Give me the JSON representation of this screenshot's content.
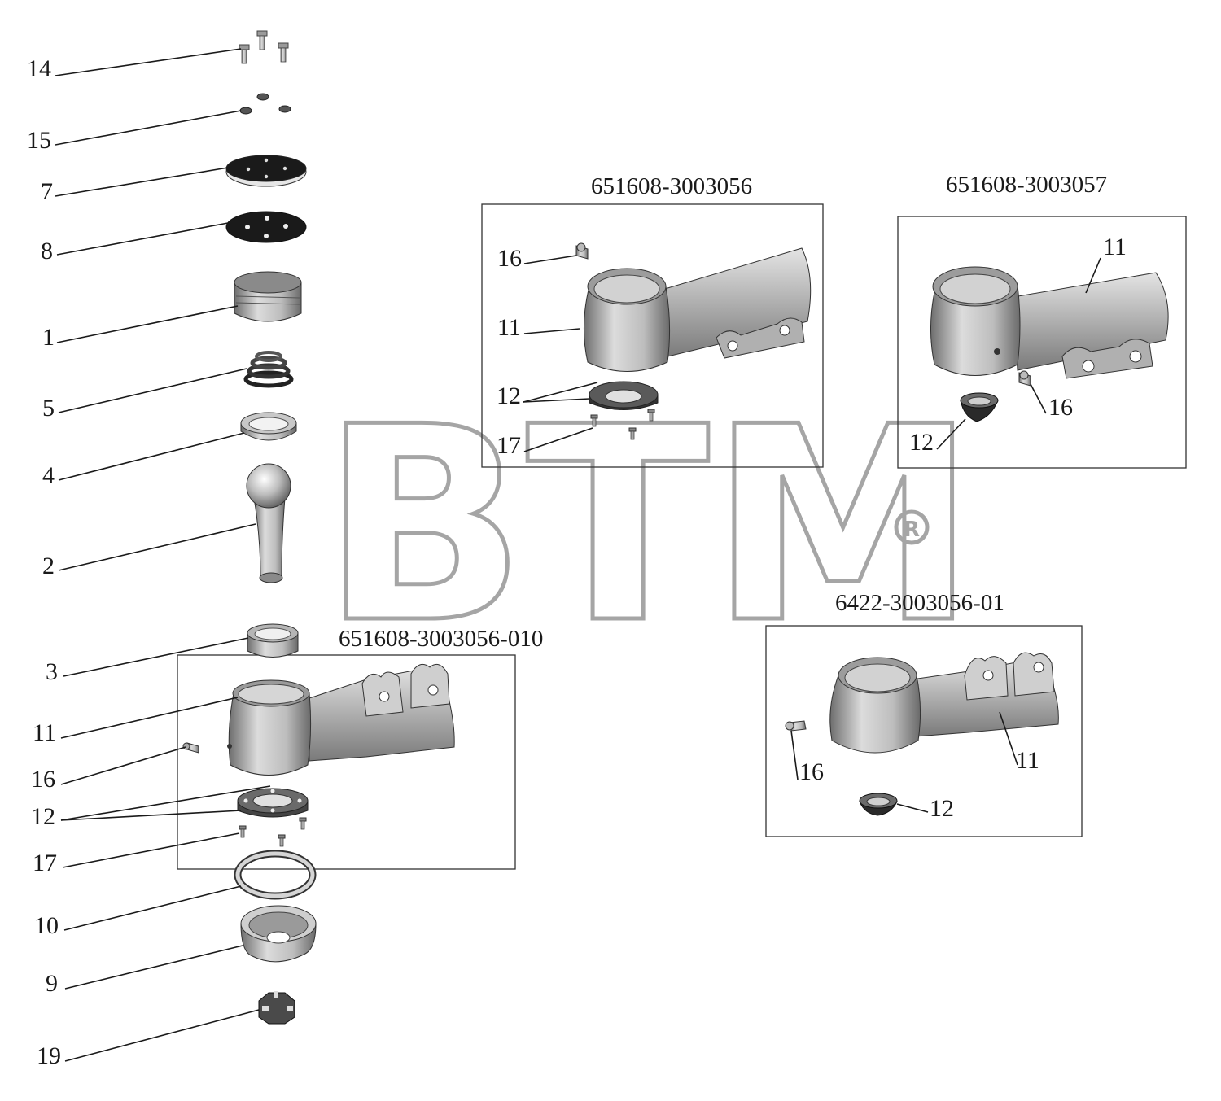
{
  "callouts_left": [
    {
      "num": "14"
    },
    {
      "num": "15"
    },
    {
      "num": "7"
    },
    {
      "num": "8"
    },
    {
      "num": "1"
    },
    {
      "num": "5"
    },
    {
      "num": "4"
    },
    {
      "num": "2"
    },
    {
      "num": "3"
    },
    {
      "num": "11"
    },
    {
      "num": "16"
    },
    {
      "num": "12"
    },
    {
      "num": "17"
    },
    {
      "num": "10"
    },
    {
      "num": "9"
    },
    {
      "num": "19"
    }
  ],
  "variants": [
    {
      "title": "651608-3003056",
      "labels": [
        "16",
        "11",
        "12",
        "17"
      ]
    },
    {
      "title": "651608-3003057",
      "labels": [
        "11",
        "16",
        "12"
      ]
    },
    {
      "title": "651608-3003056-010"
    },
    {
      "title": "6422-3003056-01",
      "labels": [
        "16",
        "11",
        "12"
      ]
    }
  ],
  "watermark": {
    "text": "BTM",
    "mark": "®"
  },
  "colors": {
    "part_light": "#d9d9d9",
    "part_mid": "#a8a8a8",
    "part_dark": "#555555",
    "line": "#1a1a1a",
    "watermark": "#a5a5a5"
  }
}
